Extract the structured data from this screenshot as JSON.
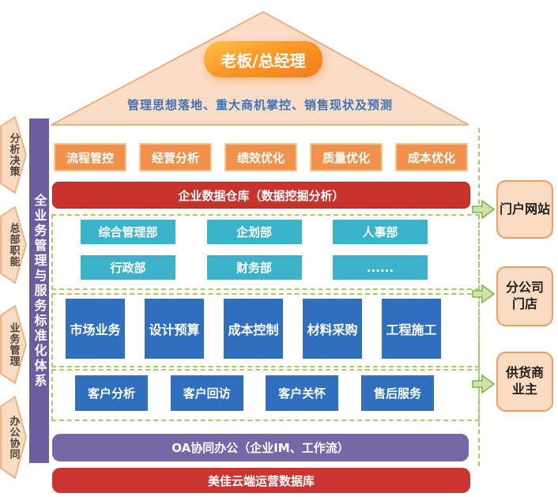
{
  "roof": {
    "boss": "老板/总经理",
    "subtitle": "管理思想落地、重大商机掌控、销售现状及预测"
  },
  "left_rail": {
    "vertical_title": "全业务管理与服务标准化体系",
    "arrows": [
      {
        "label": "分析决策"
      },
      {
        "label": "总部职能"
      },
      {
        "label": "业务管理"
      },
      {
        "label": "办公协同"
      }
    ]
  },
  "management_row": [
    "流程管控",
    "经营分析",
    "绩效优化",
    "质量优化",
    "成本优化"
  ],
  "warehouse_bar": "企业数据仓库（数据挖掘分析）",
  "departments": {
    "row1": [
      "综合管理部",
      "企划部",
      "人事部"
    ],
    "row2": [
      "行政部",
      "财务部",
      "......"
    ]
  },
  "business_row": [
    "市场业务",
    "设计预算",
    "成本控制",
    "材料采购",
    "工程施工"
  ],
  "customer_row": [
    "客户分析",
    "客户回访",
    "客户关怀",
    "售后服务"
  ],
  "oa_bar": "OA协同办公（企业IM、工作流）",
  "bottom_bar": "美佳云端运营数据库",
  "right_panel": [
    {
      "label": "门户网站"
    },
    {
      "label": "分公司\n门店"
    },
    {
      "label": "供货商\n业主"
    }
  ],
  "colors": {
    "orange_button": "#F0914C",
    "orange_button_border": "#F8C893",
    "red_bar": "#C8332E",
    "teal_button": "#3AB3CB",
    "blue_button": "#2F6FBE",
    "purple_bar": "#7867A8",
    "purple_rail": "#6D5C9E",
    "peach_fill": "#FBDCC3",
    "peach_border": "#EE9D66",
    "green_arrow_fill": "#CDE5A8",
    "green_arrow_border": "#7FB043",
    "dashed_border": "#A9CB66",
    "subtitle_text": "#3E74B8"
  }
}
